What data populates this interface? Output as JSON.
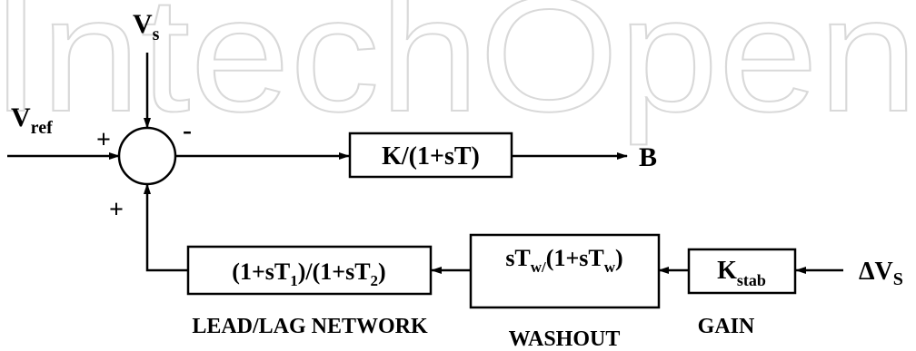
{
  "watermark": "IntechOpen",
  "signals": {
    "vs_main": "V",
    "vs_sub": "s",
    "vref_main": "V",
    "vref_sub": "ref",
    "output": "B",
    "delta_vs_main": "ΔV",
    "delta_vs_sub": "S"
  },
  "summing_signs": {
    "ref_sign": "+",
    "vs_sign": "-",
    "feedback_sign": "+"
  },
  "blocks": {
    "regulator": "K/(1+sT)",
    "leadlag": {
      "p1": "(1+sT",
      "s1": "1",
      "p2": ")/(1+sT",
      "s2": "2",
      "p3": ")"
    },
    "washout": {
      "p1": "sT",
      "s1": "w/",
      "p2": "(1+sT",
      "s2": "w",
      "p3": ")"
    },
    "gain": {
      "p1": "K",
      "s1": "stab"
    }
  },
  "captions": {
    "leadlag": "LEAD/LAG NETWORK",
    "washout": "WASHOUT",
    "gain": "GAIN"
  }
}
